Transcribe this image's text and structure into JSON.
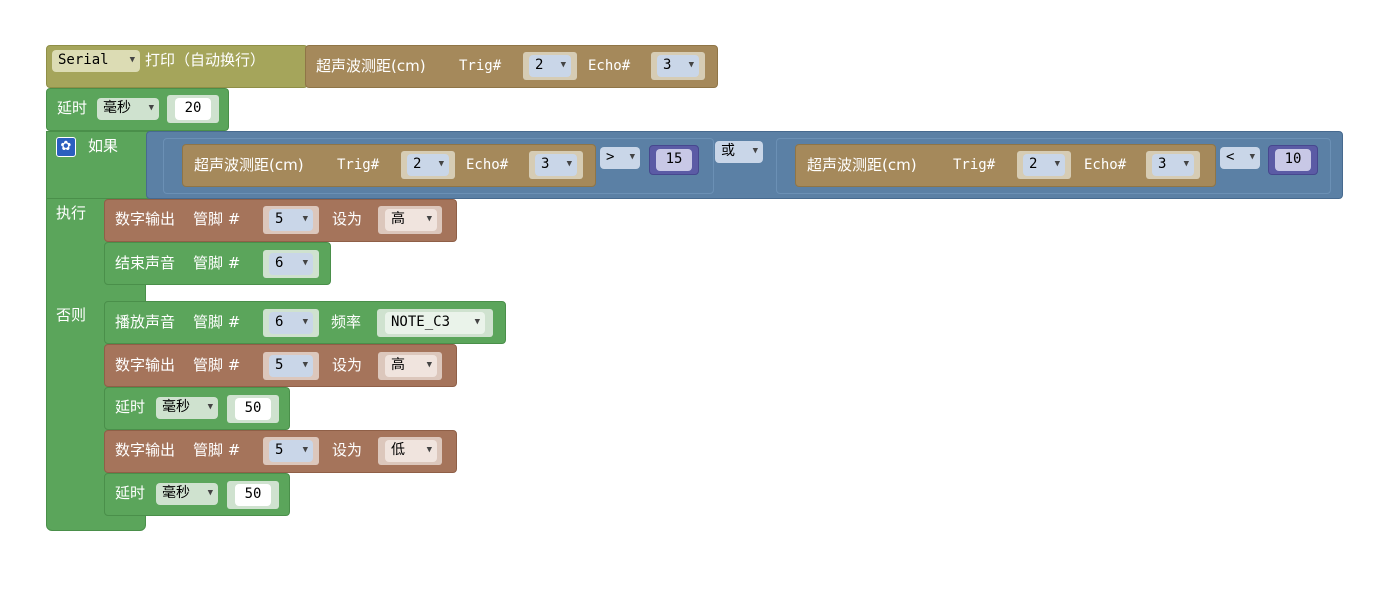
{
  "colors": {
    "loops_green": "#5ba55b",
    "io_brown": "#a5745b",
    "sensor_tan": "#a5895b",
    "serial_olive": "#a5a55b",
    "logic_blue": "#5b80a5",
    "math_purple": "#5b5ba5"
  },
  "serial_block": {
    "port": "Serial",
    "label": "打印（自动换行）",
    "sensor": {
      "label": "超声波测距(cm)",
      "trig_label": "Trig#",
      "trig": "2",
      "echo_label": "Echo#",
      "echo": "3"
    }
  },
  "delay_top": {
    "label": "延时",
    "unit": "毫秒",
    "value": "20"
  },
  "if_block": {
    "if_label": "如果",
    "do_label": "执行",
    "else_label": "否则",
    "cond_left": {
      "sensor": {
        "label": "超声波测距(cm)",
        "trig_label": "Trig#",
        "trig": "2",
        "echo_label": "Echo#",
        "echo": "3"
      },
      "op": ">",
      "value": "15"
    },
    "logic_op": "或",
    "cond_right": {
      "sensor": {
        "label": "超声波测距(cm)",
        "trig_label": "Trig#",
        "trig": "2",
        "echo_label": "Echo#",
        "echo": "3"
      },
      "op": "<",
      "value": "10"
    },
    "do": {
      "digital_write": {
        "label": "数字输出",
        "pin_label": "管脚 #",
        "pin": "5",
        "set_label": "设为",
        "level": "高"
      },
      "no_tone": {
        "label": "结束声音",
        "pin_label": "管脚 #",
        "pin": "6"
      }
    },
    "else": {
      "tone": {
        "label": "播放声音",
        "pin_label": "管脚 #",
        "pin": "6",
        "freq_label": "频率",
        "note": "NOTE_C3"
      },
      "digital_write_1": {
        "label": "数字输出",
        "pin_label": "管脚 #",
        "pin": "5",
        "set_label": "设为",
        "level": "高"
      },
      "delay_1": {
        "label": "延时",
        "unit": "毫秒",
        "value": "50"
      },
      "digital_write_2": {
        "label": "数字输出",
        "pin_label": "管脚 #",
        "pin": "5",
        "set_label": "设为",
        "level": "低"
      },
      "delay_2": {
        "label": "延时",
        "unit": "毫秒",
        "value": "50"
      }
    }
  }
}
